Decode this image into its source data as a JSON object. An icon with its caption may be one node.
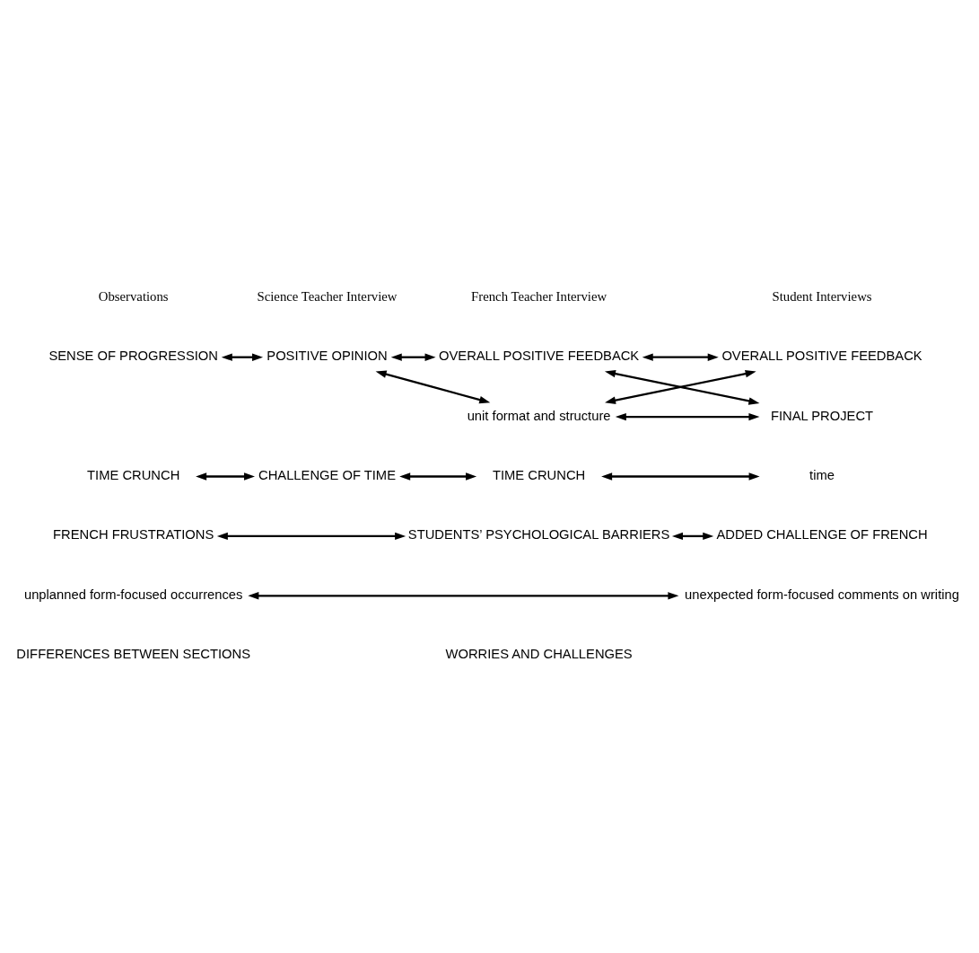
{
  "diagram": {
    "nodes": [
      {
        "text": [
          "SENSE OF PROGRESSION"
        ]
      },
      {
        "text": [
          "POSITIVE OPINION"
        ]
      },
      {
        "text": [
          "OVERALL POSITIVE FEEDBACK"
        ]
      },
      {
        "text": [
          "OVERALL POSITIVE FEEDBACK"
        ]
      },
      {
        "text": [
          "unit format and structure"
        ]
      },
      {
        "text": [
          "FINAL PROJECT"
        ]
      },
      {
        "text": [
          "TIME CRUNCH"
        ]
      },
      {
        "text": [
          "CHALLENGE OF TIME"
        ]
      },
      {
        "text": [
          "TIME CRUNCH"
        ]
      },
      {
        "text": [
          "time"
        ]
      },
      {
        "text": [
          "FRENCH FRUSTRATIONS"
        ]
      },
      {
        "text": [
          "STUDENTS’ PSYCHOLOGICAL BARRIERS"
        ]
      },
      {
        "text": [
          "ADDED CHALLENGE OF FRENCH"
        ]
      },
      {
        "text": [
          "unplanned form-focused occurrences"
        ]
      },
      {
        "text": [
          "unexpected form-focused comments on writing"
        ]
      },
      {
        "text": [
          "DIFFERENCES BETWEEN SECTIONS"
        ]
      },
      {
        "text": [
          "WORRIES AND CHALLENGES"
        ]
      }
    ],
    "edges": [
      {
        "from": 0,
        "to": 1,
        "arrow": "both"
      },
      {
        "from": 1,
        "to": 2,
        "arrow": "both"
      },
      {
        "from": 2,
        "to": 3,
        "arrow": "both"
      },
      {
        "from": 1,
        "to": 4,
        "arrow": "both"
      },
      {
        "from": 2,
        "to": 5,
        "arrow": "both"
      },
      {
        "from": 4,
        "to": 3,
        "arrow": "both"
      },
      {
        "from": 4,
        "to": 5,
        "arrow": "both"
      },
      {
        "from": 6,
        "to": 7,
        "arrow": "both"
      },
      {
        "from": 7,
        "to": 8,
        "arrow": "both"
      },
      {
        "from": 8,
        "to": 9,
        "arrow": "both"
      },
      {
        "from": 10,
        "to": 11,
        "arrow": "both"
      },
      {
        "from": 11,
        "to": 12,
        "arrow": "both"
      },
      {
        "from": 13,
        "to": 14,
        "arrow": "both"
      }
    ],
    "labels": [
      "Observations",
      "Science Teacher Interview",
      "French Teacher Interview",
      "Student Interviews"
    ]
  }
}
